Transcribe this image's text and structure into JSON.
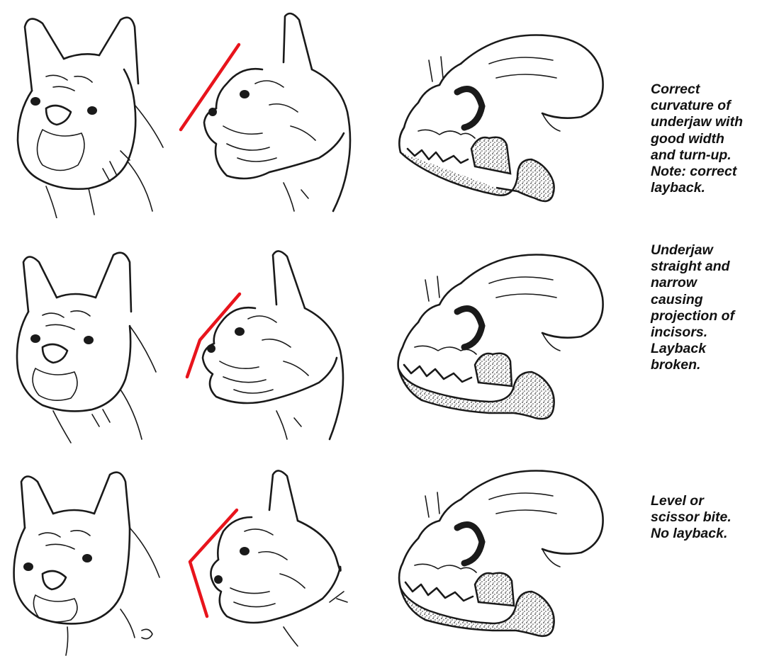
{
  "rows": [
    {
      "caption_lines": [
        "Correct",
        "curvature of",
        "underjaw with",
        "good width",
        "and turn-up.",
        "Note: correct",
        "layback."
      ]
    },
    {
      "caption_lines": [
        "Underjaw",
        "straight and",
        "narrow",
        "causing",
        "projection of",
        "incisors.",
        "Layback",
        "broken."
      ]
    },
    {
      "caption_lines": [
        "Level or",
        "scissor bite.",
        "No layback."
      ]
    }
  ],
  "colors": {
    "layback_line": "#e8141c",
    "ink": "#1a1a1a",
    "jaw_stipple": "#4a4a4a"
  }
}
